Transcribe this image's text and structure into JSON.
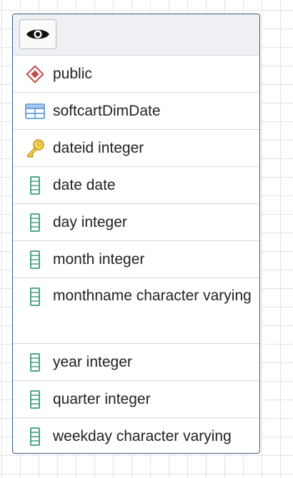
{
  "entity": {
    "schema": "public",
    "table": "softcartDimDate",
    "columns": [
      {
        "label": "dateid integer",
        "icon": "primary-key-icon"
      },
      {
        "label": "date date",
        "icon": "column-icon"
      },
      {
        "label": "day integer",
        "icon": "column-icon"
      },
      {
        "label": "month integer",
        "icon": "column-icon"
      },
      {
        "label": "monthname character varying",
        "icon": "column-icon"
      },
      {
        "label": "year integer",
        "icon": "column-icon"
      },
      {
        "label": "quarter integer",
        "icon": "column-icon"
      },
      {
        "label": "weekday character varying",
        "icon": "column-icon"
      }
    ]
  },
  "icons": {
    "header_button": "eye-icon",
    "schema": "schema-icon",
    "table": "table-icon"
  },
  "colors": {
    "entity_border": "#345a82",
    "header_background": "#eef0f3",
    "schema_icon": "#c0504d",
    "table_icon": "#4a8fd8",
    "key_icon": "#e0b81f",
    "column_icon": "#3a9a7a"
  }
}
